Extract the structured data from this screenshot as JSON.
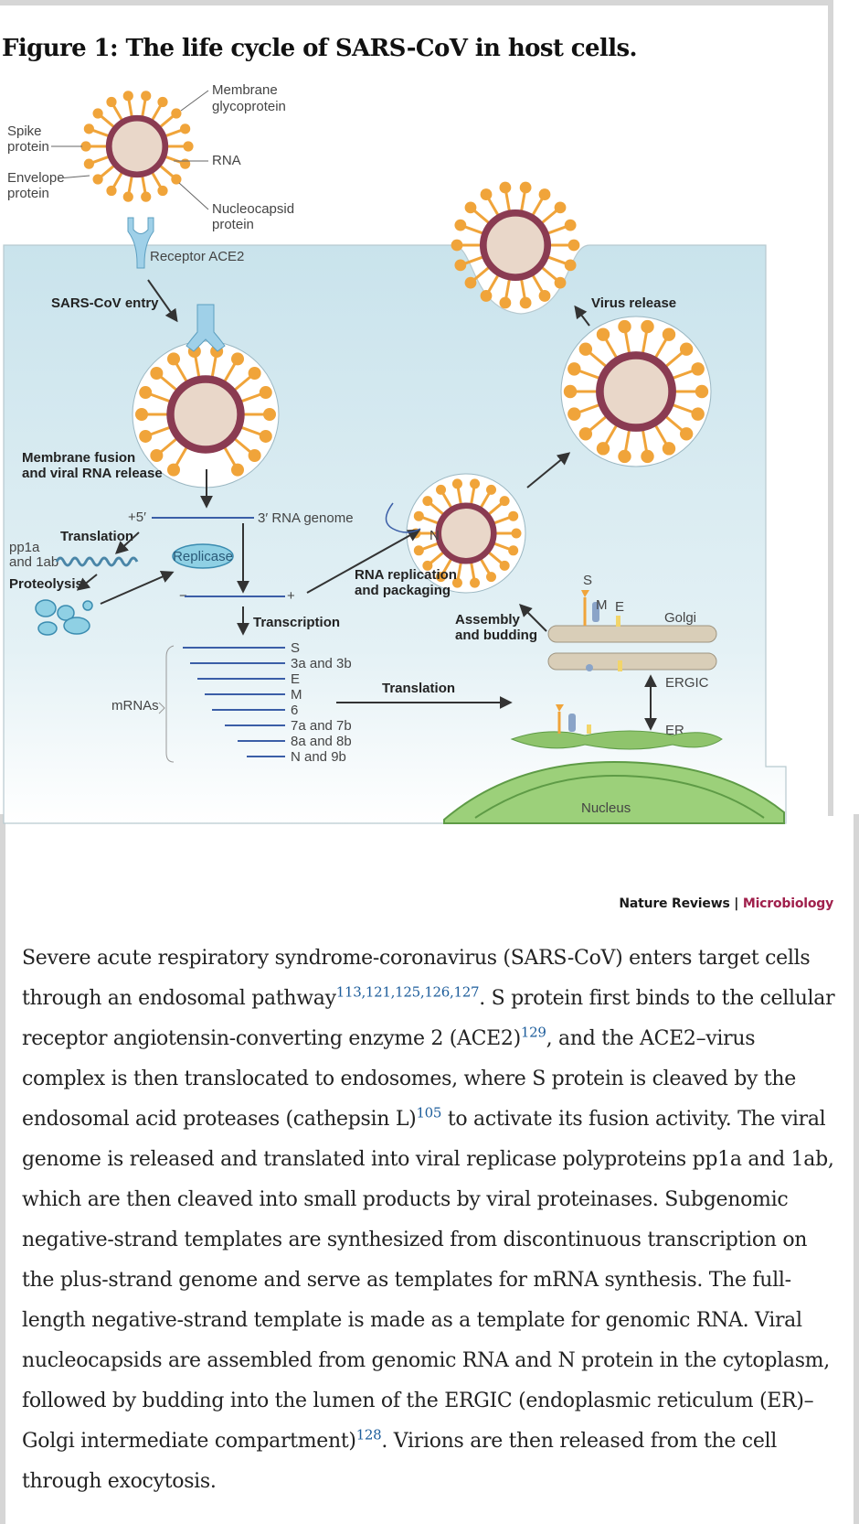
{
  "figure": {
    "title": "Figure 1: The life cycle of SARS-CoV in host cells.",
    "labels": {
      "membrane_glycoprotein_1": "Membrane",
      "membrane_glycoprotein_2": "glycoprotein",
      "rna": "RNA",
      "nucleocapsid_1": "Nucleocapsid",
      "nucleocapsid_2": "protein",
      "spike_1": "Spike",
      "spike_2": "protein",
      "envelope_1": "Envelope",
      "envelope_2": "protein",
      "receptor": "Receptor ACE2",
      "entry": "SARS-CoV entry",
      "virus_release": "Virus release",
      "fusion_1": "Membrane fusion",
      "fusion_2": "and viral RNA release",
      "plus5": "+5′",
      "rna_genome": "3′ RNA genome",
      "translation_top": "Translation",
      "pp1a": "pp1a",
      "and_1ab": "and 1ab",
      "replicase": "Replicase",
      "proteolysis": "Proteolysis",
      "minus": "−",
      "plus": "+",
      "n_label": "N",
      "rna_replication_1": "RNA replication",
      "rna_replication_2": "and packaging",
      "transcription": "Transcription",
      "assembly_1": "Assembly",
      "assembly_2": "and budding",
      "s_label": "S",
      "m_label": "M",
      "e_label": "E",
      "golgi": "Golgi",
      "ergic": "ERGIC",
      "er": "ER",
      "mrnas": "mRNAs",
      "translation_mid": "Translation",
      "nucleus": "Nucleus",
      "mrna_list": [
        "S",
        "3a and 3b",
        "E",
        "M",
        "6",
        "7a and 7b",
        "8a and 8b",
        "N and 9b"
      ]
    },
    "credit_source": "Nature Reviews",
    "credit_sep": " | ",
    "credit_journal": "Microbiology",
    "colors": {
      "cell": "#cfe7ef",
      "virus_spike": "#f0a43a",
      "virus_rna": "#8a3b52",
      "golgi": "#d9ceb8",
      "er": "#8fc46c",
      "journal": "#a0204c",
      "link": "#1d5d9b"
    }
  },
  "caption": {
    "p1": "Severe acute respiratory syndrome-coronavirus (SARS-CoV) enters target cells through an endosomal pathway",
    "ref1": "113,121,125,126,127",
    "p2": ". S protein first binds to the cellular receptor angiotensin-converting enzyme 2 (ACE2)",
    "ref2": "129",
    "p3": ", and the ACE2–virus complex is then translocated to endosomes, where S protein is cleaved by the endosomal acid proteases (cathepsin L)",
    "ref3": "105",
    "p4": " to activate its fusion activity. The viral genome is released and translated into viral replicase polyproteins pp1a and 1ab, which are then cleaved into small products by viral proteinases. Subgenomic negative-strand templates are synthesized from discontinuous transcription on the plus-strand genome and serve as templates for mRNA synthesis. The full-length negative-strand template is made as a template for genomic RNA. Viral nucleocapsids are assembled from genomic RNA and N protein in the cytoplasm, followed by budding into the lumen of the ERGIC (endoplasmic reticulum (ER)–Golgi intermediate compartment)",
    "ref4": "128",
    "p5": ". Virions are then released from the cell through exocytosis."
  }
}
